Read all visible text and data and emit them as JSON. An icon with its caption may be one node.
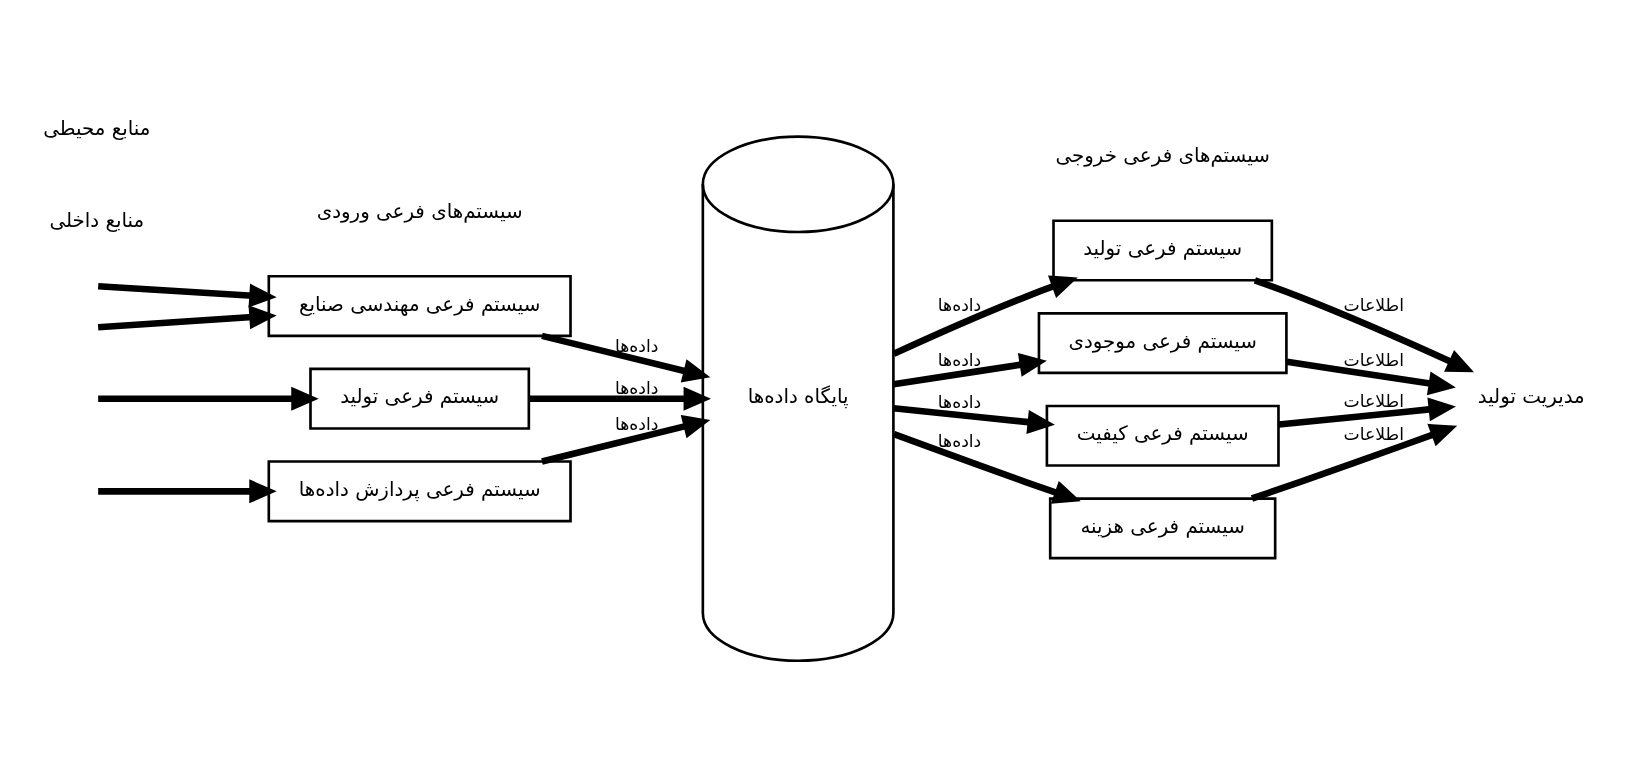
{
  "diagram": {
    "nodes": [
      {
        "text": [
          "سیستم فرعی پردازش داده‌ها"
        ]
      },
      {
        "text": [
          "سیستم فرعی مهندسی صنایع"
        ]
      },
      {
        "text": [
          "سیستم فرعی تولید"
        ]
      },
      {
        "text": [
          "پایگاه داده‌ها"
        ]
      },
      {
        "text": [
          "سیستم فرعی تولید"
        ]
      },
      {
        "text": [
          "سیستم فرعی موجودی"
        ]
      },
      {
        "text": [
          "سیستم فرعی کیفیت"
        ]
      },
      {
        "text": [
          "سیستم فرعی هزینه"
        ]
      },
      {
        "text": [
          "مدیریت تولید"
        ]
      }
    ],
    "edges": [
      {
        "from": null,
        "to": 0,
        "arrow": "to"
      },
      {
        "from": null,
        "to": 1,
        "arrow": "to"
      },
      {
        "from": null,
        "to": 1,
        "arrow": "to"
      },
      {
        "from": null,
        "to": 2,
        "arrow": "to"
      },
      {
        "from": 0,
        "to": 3,
        "label": "داده‌ها",
        "arrow": "to"
      },
      {
        "from": 1,
        "to": 3,
        "label": "داده‌ها",
        "arrow": "to"
      },
      {
        "from": 2,
        "to": 3,
        "label": "داده‌ها",
        "arrow": "to"
      },
      {
        "from": 3,
        "to": 4,
        "label": "داده‌ها",
        "arrow": "to"
      },
      {
        "from": 3,
        "to": 5,
        "label": "داده‌ها",
        "arrow": "to"
      },
      {
        "from": 3,
        "to": 6,
        "label": "داده‌ها",
        "arrow": "to"
      },
      {
        "from": 3,
        "to": 7,
        "label": "داده‌ها",
        "arrow": "to"
      },
      {
        "from": 4,
        "to": 8,
        "label": "اطلاعات",
        "arrow": "to"
      },
      {
        "from": 5,
        "to": 8,
        "label": "اطلاعات",
        "arrow": "to"
      },
      {
        "from": 6,
        "to": 8,
        "label": "اطلاعات",
        "arrow": "to"
      },
      {
        "from": 7,
        "to": 8,
        "label": "اطلاعات",
        "arrow": "to"
      }
    ],
    "labels": [
      "سیستم‌های فرعی ورودی",
      "سیستم‌های فرعی خروجی",
      "منابع داخلی",
      "منابع محیطی"
    ]
  }
}
